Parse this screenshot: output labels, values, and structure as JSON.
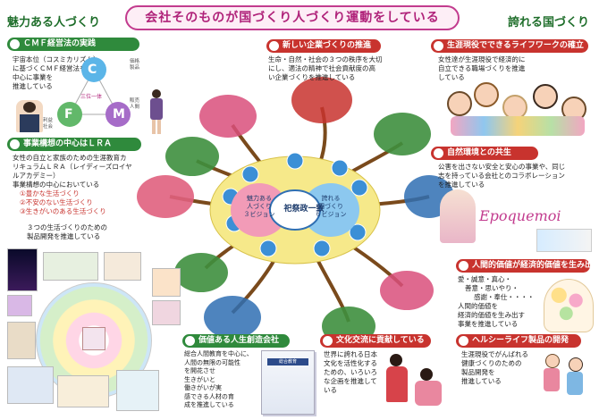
{
  "title": "会社そのものが国づくり人づくり運動をしている",
  "left_heading": "魅力ある人づくり",
  "right_heading": "誇れる国づくり",
  "center": {
    "label": "祀祭政一致",
    "left_label": [
      "魅力ある",
      "人づくり",
      "３ビジョン"
    ],
    "right_label": [
      "誇れる",
      "国づくり",
      "６ビジョン"
    ]
  },
  "cmf": {
    "heading": "ＣＭＦ経営法の実践",
    "text": [
      "宇宙本位（コスミカリズム）",
      "に基づくＣＭＦ経営法を",
      "中心に事業を",
      "推進している"
    ],
    "letters": [
      "C",
      "F",
      "M"
    ],
    "center_label": "三位一体",
    "sub_labels": [
      "価格",
      "製品",
      "販売",
      "人間",
      "利益",
      "社会"
    ]
  },
  "lra": {
    "heading": "事業構想の中心はＬＲＡ",
    "text": [
      "女性の自立と家族のための生涯教育カ",
      "リキュラムＬＲＡ（レイディーズロイヤ",
      "ルアカデミー）",
      "事業構想の中心においている"
    ],
    "items": [
      "①豊かな生活づくり",
      "②不安のない生活づくり",
      "③生きがいのある生活づくり"
    ],
    "footer": [
      "３つの生活づくりのための",
      "製品開発を推進している"
    ]
  },
  "new_company": {
    "heading": "新しい企業づくりの推進",
    "text": [
      "生命・自然・社会の３つの秩序を大切",
      "にし、適法の精神で社会貢献度の高",
      "い企業づくりを推進している"
    ]
  },
  "lifework": {
    "heading": "生涯現役でできるライフワークの確立",
    "text": [
      "女性達が生涯現役で経済的に",
      "自立できる職場づくりを推進",
      "している"
    ]
  },
  "nature": {
    "heading": "自然環境との共生",
    "text": [
      "公害を出さない安全と安心の事業や、同じ",
      "志を持っている会社とのコラボレーション",
      "を推進している"
    ],
    "brand": "Epoquemoi"
  },
  "human_value": {
    "heading": "人間的価値が経済的価値を生み出す",
    "text": [
      "愛・誠意・真心・",
      "善意・思いやり・",
      "感謝・奉仕・・・・",
      "人間的価値を",
      "経済的価値を生み出す",
      "事業を推進している"
    ]
  },
  "healthy": {
    "heading": "ヘルシーライフ製品の開発",
    "text": [
      "生涯現役でがんばれる",
      "健康づくりのための",
      "製品開発を",
      "推進している"
    ]
  },
  "culture": {
    "heading": "文化交流に貢献している",
    "text": [
      "世界に誇れる日本",
      "文化を活性化する",
      "ための、いろいろ",
      "な企画を推進して",
      "いる"
    ]
  },
  "value_life": {
    "heading": "価値ある人生創造会社",
    "text": [
      "総合人間教育を中心に、",
      "人間の無限の可能性",
      "を開花させ",
      "生きがいと",
      "働きがいが実",
      "感できる人材の育",
      "成を推進している"
    ],
    "book_label": "総合教育"
  },
  "colors": {
    "green": "#2f8a3c",
    "red": "#c8332e",
    "pink": "#c23b8e"
  }
}
